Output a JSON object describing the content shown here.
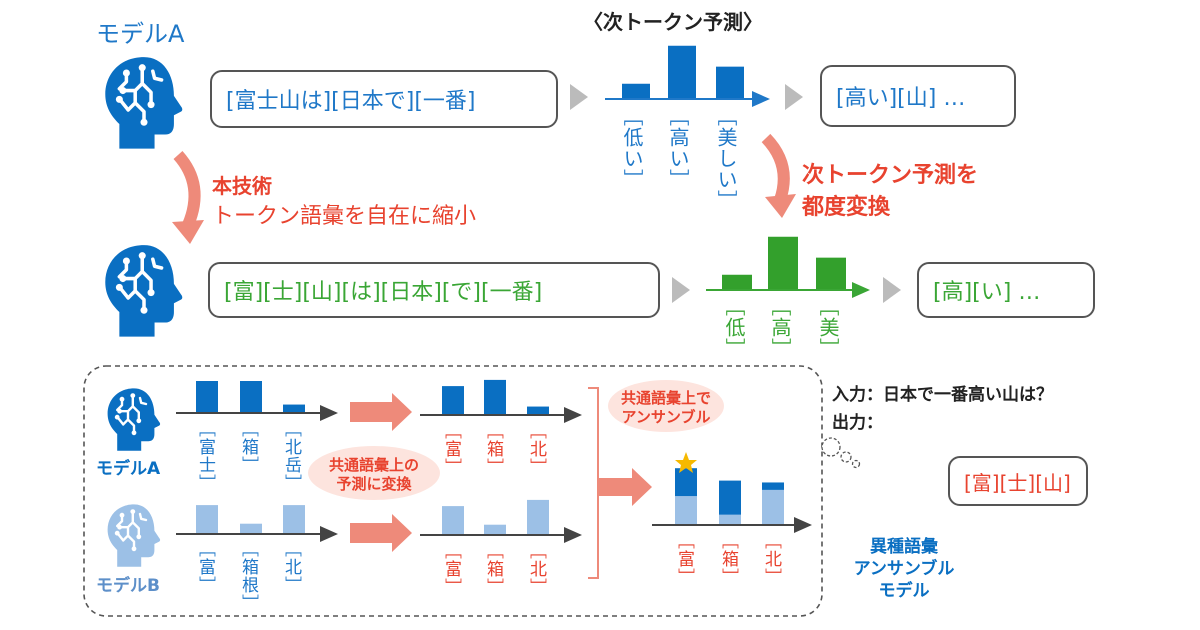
{
  "colors": {
    "blue": "#0a6fc2",
    "light_blue": "#9cc0e6",
    "green": "#33a02c",
    "red": "#e8432f",
    "salmon": "#ee8a7a",
    "gray_arrow": "#bbbbbb",
    "star": "#f6b900"
  },
  "top": {
    "model_label": "モデルA",
    "prediction_title": "〈次トークン予測〉",
    "input_bubble": "[富士山は][日本で][一番]",
    "output_bubble": "[高い][山] …",
    "tokens": [
      "[低い]",
      "[高い]",
      "[美しい]"
    ],
    "probs": [
      0.15,
      0.55,
      0.33
    ],
    "convert_label_line1": "次トークン予測を",
    "convert_label_line2": "都度変換"
  },
  "technique": {
    "title": "本技術",
    "subtitle": "トークン語彙を自在に縮小"
  },
  "middle": {
    "input_bubble": "[富][士][山][は][日本][で][一番]",
    "output_bubble": "[高][い] …",
    "tokens": [
      "[低]",
      "[高]",
      "[美]"
    ],
    "probs": [
      0.15,
      0.55,
      0.33
    ]
  },
  "bottom": {
    "model_a_label": "モデルA",
    "model_b_label": "モデルB",
    "model_a_tokens": [
      "[富士]",
      "[箱]",
      "[北岳]"
    ],
    "model_a_probs": [
      0.5,
      0.5,
      0.12
    ],
    "model_b_tokens": [
      "[富]",
      "[箱根]",
      "[北]"
    ],
    "model_b_probs": [
      0.45,
      0.15,
      0.45
    ],
    "common_tokens": [
      "[富]",
      "[箱]",
      "[北]"
    ],
    "model_a_common_probs": [
      0.45,
      0.55,
      0.12
    ],
    "model_b_common_probs": [
      0.45,
      0.15,
      0.55
    ],
    "convert_badge_line1": "共通語彙上の",
    "convert_badge_line2": "予測に変換",
    "ensemble_badge_line1": "共通語彙上で",
    "ensemble_badge_line2": "アンサンブル",
    "ensemble_tokens": [
      "[富]",
      "[箱]",
      "[北]"
    ],
    "ensemble_a": [
      0.45,
      0.55,
      0.12
    ],
    "ensemble_b": [
      0.45,
      0.15,
      0.55
    ],
    "best_marker": "star-icon",
    "io_input": "入力：日本で一番高い山は？",
    "io_output": "出力：",
    "answer_bubble": "[富][士][山]",
    "ensemble_model_line1": "異種語彙",
    "ensemble_model_line2": "アンサンブル",
    "ensemble_model_line3": "モデル"
  }
}
